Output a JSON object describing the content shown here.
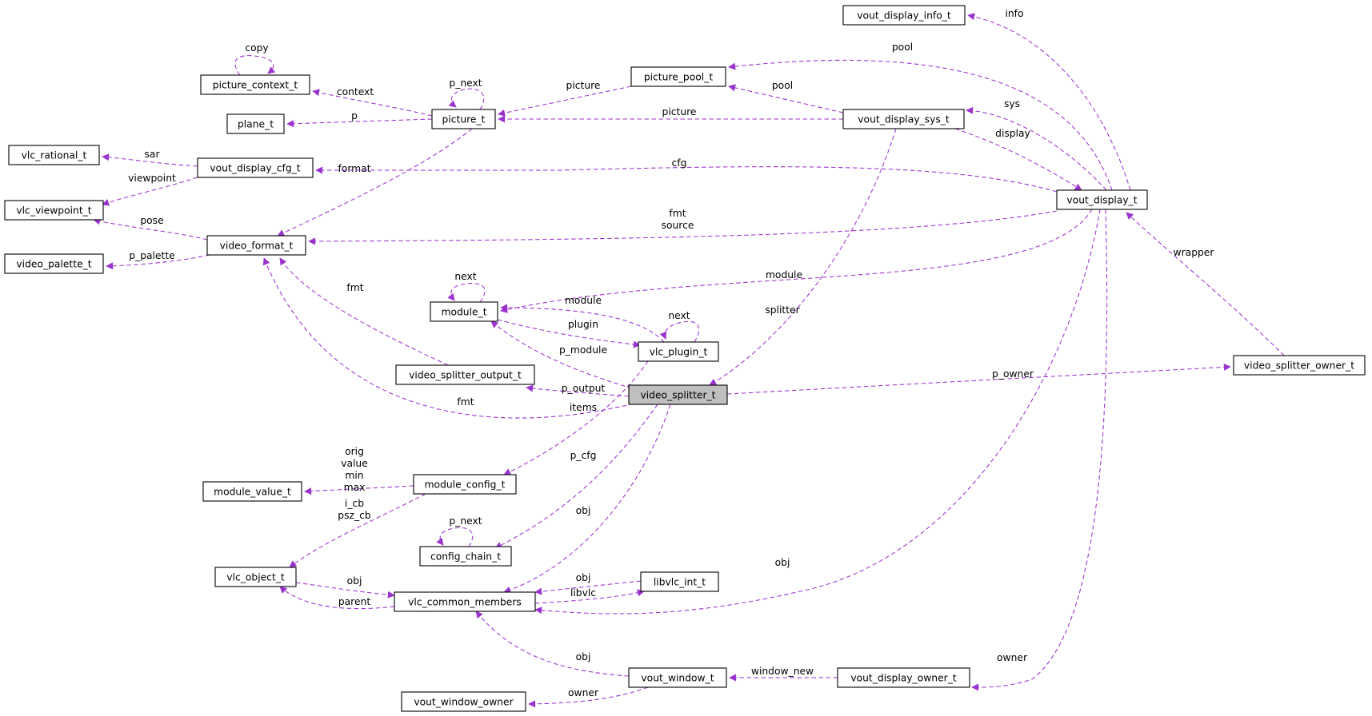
{
  "colors": {
    "edge": "#9a32cd",
    "node_border": "#000000",
    "focus_fill": "#bfbfbf",
    "background": "#ffffff"
  },
  "nodes": [
    {
      "id": "vout_display_info_t",
      "label": "vout_display_info_t"
    },
    {
      "id": "picture_context_t",
      "label": "picture_context_t"
    },
    {
      "id": "picture_pool_t",
      "label": "picture_pool_t"
    },
    {
      "id": "plane_t",
      "label": "plane_t"
    },
    {
      "id": "picture_t",
      "label": "picture_t"
    },
    {
      "id": "vout_display_sys_t",
      "label": "vout_display_sys_t"
    },
    {
      "id": "vlc_rational_t",
      "label": "vlc_rational_t"
    },
    {
      "id": "vout_display_cfg_t",
      "label": "vout_display_cfg_t"
    },
    {
      "id": "vout_display_t",
      "label": "vout_display_t"
    },
    {
      "id": "vlc_viewpoint_t",
      "label": "vlc_viewpoint_t"
    },
    {
      "id": "video_format_t",
      "label": "video_format_t"
    },
    {
      "id": "video_palette_t",
      "label": "video_palette_t"
    },
    {
      "id": "module_t",
      "label": "module_t"
    },
    {
      "id": "vlc_plugin_t",
      "label": "vlc_plugin_t"
    },
    {
      "id": "video_splitter_output_t",
      "label": "video_splitter_output_t"
    },
    {
      "id": "video_splitter_t",
      "label": "video_splitter_t",
      "focus": true
    },
    {
      "id": "video_splitter_owner_t",
      "label": "video_splitter_owner_t"
    },
    {
      "id": "module_value_t",
      "label": "module_value_t"
    },
    {
      "id": "module_config_t",
      "label": "module_config_t"
    },
    {
      "id": "config_chain_t",
      "label": "config_chain_t"
    },
    {
      "id": "vlc_object_t",
      "label": "vlc_object_t"
    },
    {
      "id": "libvlc_int_t",
      "label": "libvlc_int_t"
    },
    {
      "id": "vlc_common_members",
      "label": "vlc_common_members"
    },
    {
      "id": "vout_window_t",
      "label": "vout_window_t"
    },
    {
      "id": "vout_display_owner_t",
      "label": "vout_display_owner_t"
    },
    {
      "id": "vout_window_owner",
      "label": "vout_window_owner"
    }
  ],
  "edges": [
    {
      "from": "vout_display_t",
      "to": "vout_display_info_t",
      "label": [
        "info"
      ]
    },
    {
      "from": "vout_display_t",
      "to": "picture_pool_t",
      "label": [
        "pool"
      ]
    },
    {
      "from": "picture_t",
      "to": "picture_context_t",
      "label": [
        "context"
      ]
    },
    {
      "from": "picture_context_t",
      "to": "picture_context_t",
      "label": [
        "copy"
      ]
    },
    {
      "from": "picture_t",
      "to": "picture_t",
      "label": [
        "p_next"
      ]
    },
    {
      "from": "picture_pool_t",
      "to": "picture_t",
      "label": [
        "picture"
      ]
    },
    {
      "from": "vout_display_sys_t",
      "to": "picture_pool_t",
      "label": [
        "pool"
      ]
    },
    {
      "from": "picture_t",
      "to": "plane_t",
      "label": [
        "p"
      ]
    },
    {
      "from": "vout_display_sys_t",
      "to": "picture_t",
      "label": [
        "picture"
      ]
    },
    {
      "from": "vout_display_t",
      "to": "vout_display_sys_t",
      "label": [
        "sys"
      ]
    },
    {
      "from": "vout_display_sys_t",
      "to": "vout_display_t",
      "label": [
        "display"
      ]
    },
    {
      "from": "vout_display_cfg_t",
      "to": "vlc_rational_t",
      "label": [
        "sar"
      ]
    },
    {
      "from": "picture_t",
      "to": "video_format_t",
      "label": [
        "format"
      ]
    },
    {
      "from": "vout_display_t",
      "to": "vout_display_cfg_t",
      "label": [
        "cfg"
      ]
    },
    {
      "from": "vout_display_cfg_t",
      "to": "vlc_viewpoint_t",
      "label": [
        "viewpoint"
      ]
    },
    {
      "from": "video_format_t",
      "to": "vlc_viewpoint_t",
      "label": [
        "pose"
      ]
    },
    {
      "from": "vout_display_t",
      "to": "video_format_t",
      "label": [
        "fmt",
        "source"
      ]
    },
    {
      "from": "video_format_t",
      "to": "video_palette_t",
      "label": [
        "p_palette"
      ]
    },
    {
      "from": "video_splitter_owner_t",
      "to": "vout_display_t",
      "label": [
        "wrapper"
      ]
    },
    {
      "from": "vout_display_t",
      "to": "module_t",
      "label": [
        "module"
      ]
    },
    {
      "from": "video_splitter_output_t",
      "to": "video_format_t",
      "label": [
        "fmt"
      ]
    },
    {
      "from": "module_t",
      "to": "module_t",
      "label": [
        "next"
      ]
    },
    {
      "from": "vlc_plugin_t",
      "to": "module_t",
      "label": [
        "module"
      ]
    },
    {
      "from": "module_t",
      "to": "vlc_plugin_t",
      "label": [
        "plugin"
      ]
    },
    {
      "from": "vlc_plugin_t",
      "to": "vlc_plugin_t",
      "label": [
        "next"
      ]
    },
    {
      "from": "vout_display_sys_t",
      "to": "video_splitter_t",
      "label": [
        "splitter"
      ]
    },
    {
      "from": "video_splitter_t",
      "to": "module_t",
      "label": [
        "p_module"
      ]
    },
    {
      "from": "video_splitter_t",
      "to": "video_splitter_output_t",
      "label": [
        "p_output"
      ]
    },
    {
      "from": "video_splitter_t",
      "to": "video_splitter_owner_t",
      "label": [
        "p_owner"
      ]
    },
    {
      "from": "video_splitter_t",
      "to": "video_format_t",
      "label": [
        "fmt"
      ]
    },
    {
      "from": "vlc_plugin_t",
      "to": "module_config_t",
      "label": [
        "items"
      ]
    },
    {
      "from": "module_config_t",
      "to": "module_value_t",
      "label": [
        "orig",
        "value",
        "min",
        "max"
      ]
    },
    {
      "from": "module_config_t",
      "to": "vlc_object_t",
      "label": [
        "i_cb",
        "psz_cb"
      ]
    },
    {
      "from": "video_splitter_t",
      "to": "config_chain_t",
      "label": [
        "p_cfg"
      ]
    },
    {
      "from": "config_chain_t",
      "to": "config_chain_t",
      "label": [
        "p_next"
      ]
    },
    {
      "from": "video_splitter_t",
      "to": "vlc_common_members",
      "label": [
        "obj"
      ]
    },
    {
      "from": "vout_display_t",
      "to": "vlc_common_members",
      "label": [
        "obj"
      ]
    },
    {
      "from": "vlc_object_t",
      "to": "vlc_common_members",
      "label": [
        "obj"
      ]
    },
    {
      "from": "vlc_common_members",
      "to": "vlc_object_t",
      "label": [
        "parent"
      ]
    },
    {
      "from": "libvlc_int_t",
      "to": "vlc_common_members",
      "label": [
        "obj"
      ]
    },
    {
      "from": "vlc_common_members",
      "to": "libvlc_int_t",
      "label": [
        "libvlc"
      ]
    },
    {
      "from": "vout_window_t",
      "to": "vlc_common_members",
      "label": [
        "obj"
      ]
    },
    {
      "from": "vout_display_owner_t",
      "to": "vout_window_t",
      "label": [
        "window_new"
      ]
    },
    {
      "from": "vout_display_t",
      "to": "vout_display_owner_t",
      "label": [
        "owner"
      ]
    },
    {
      "from": "vout_window_t",
      "to": "vout_window_owner",
      "label": [
        "owner"
      ]
    }
  ]
}
